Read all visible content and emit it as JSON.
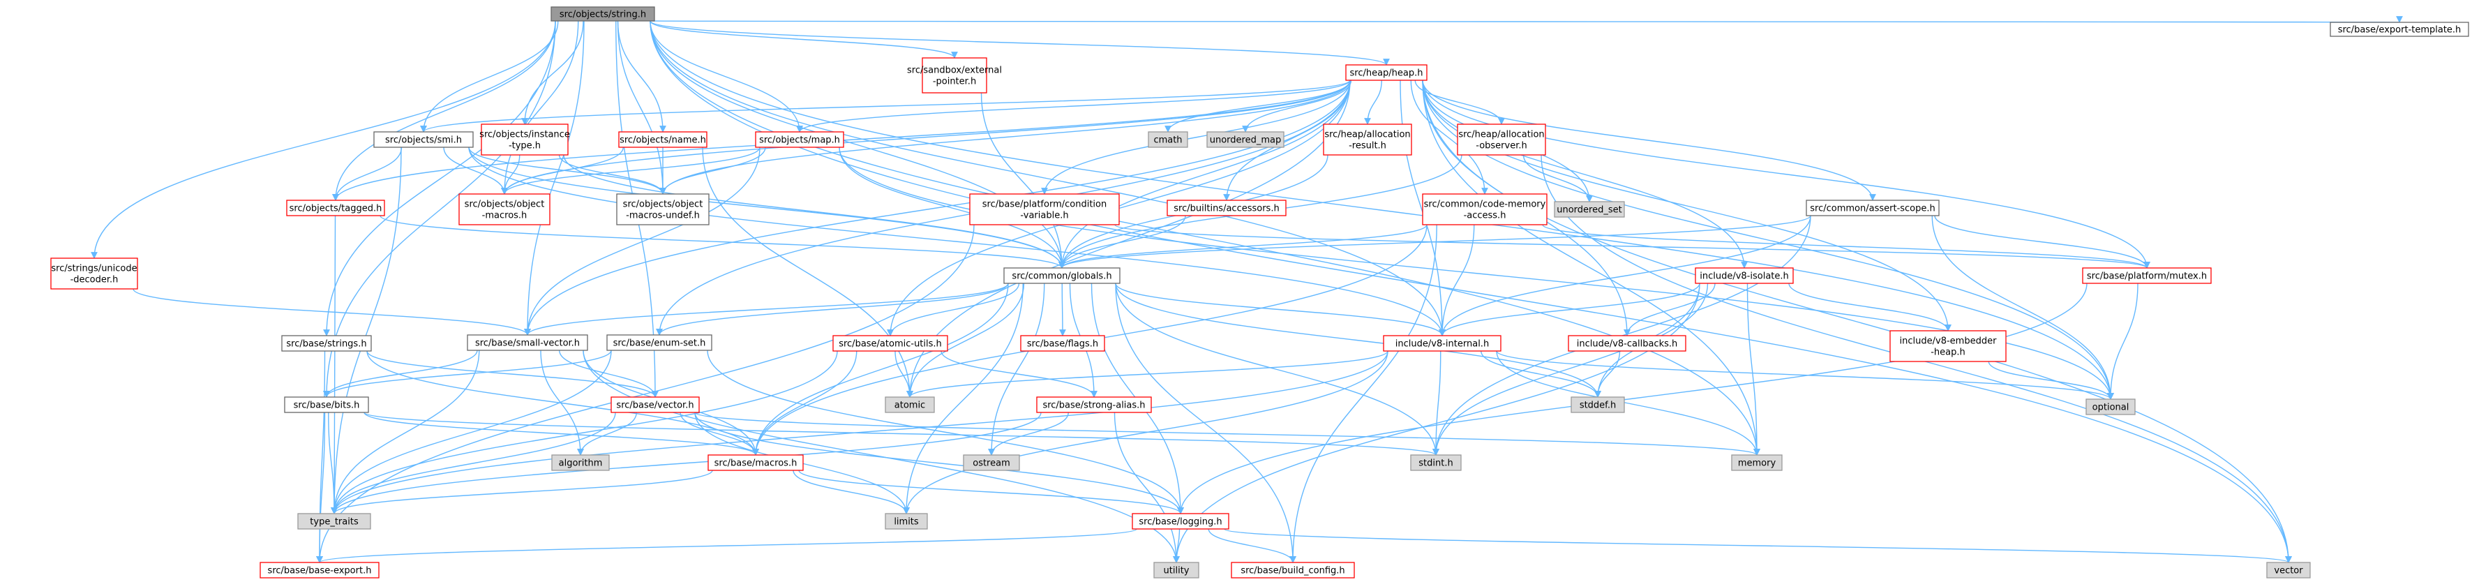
{
  "colors": {
    "edge": "#63b8ff",
    "black_border": "#666666",
    "red_border": "#ff0000",
    "gray_fill": "#d9d9d9",
    "root_fill": "#999999",
    "text": "#000000"
  },
  "nodes": [
    {
      "id": "root",
      "lines": [
        "src/objects/string.h"
      ],
      "style": "root"
    },
    {
      "id": "sandbox_ext",
      "lines": [
        "src/sandbox/external",
        "-pointer.h"
      ],
      "style": "red"
    },
    {
      "id": "heap_h",
      "lines": [
        "src/heap/heap.h"
      ],
      "style": "red"
    },
    {
      "id": "export_tmpl",
      "lines": [
        "src/base/export-template.h"
      ],
      "style": "black"
    },
    {
      "id": "smi_h",
      "lines": [
        "src/objects/smi.h"
      ],
      "style": "black"
    },
    {
      "id": "instance_type",
      "lines": [
        "src/objects/instance",
        "-type.h"
      ],
      "style": "red"
    },
    {
      "id": "name_h",
      "lines": [
        "src/objects/name.h"
      ],
      "style": "red"
    },
    {
      "id": "map_h",
      "lines": [
        "src/objects/map.h"
      ],
      "style": "red"
    },
    {
      "id": "cmath",
      "lines": [
        "cmath"
      ],
      "style": "gray"
    },
    {
      "id": "unordered_map",
      "lines": [
        "unordered_map"
      ],
      "style": "gray"
    },
    {
      "id": "alloc_result",
      "lines": [
        "src/heap/allocation",
        "-result.h"
      ],
      "style": "red"
    },
    {
      "id": "alloc_observer",
      "lines": [
        "src/heap/allocation",
        "-observer.h"
      ],
      "style": "red"
    },
    {
      "id": "unordered_set",
      "lines": [
        "unordered_set"
      ],
      "style": "gray"
    },
    {
      "id": "tagged_h",
      "lines": [
        "src/objects/tagged.h"
      ],
      "style": "red"
    },
    {
      "id": "object_macros",
      "lines": [
        "src/objects/object",
        "-macros.h"
      ],
      "style": "red"
    },
    {
      "id": "object_macros_undef",
      "lines": [
        "src/objects/object",
        "-macros-undef.h"
      ],
      "style": "black"
    },
    {
      "id": "cond_var",
      "lines": [
        "src/base/platform/condition",
        "-variable.h"
      ],
      "style": "red"
    },
    {
      "id": "builtins_acc",
      "lines": [
        "src/builtins/accessors.h"
      ],
      "style": "red"
    },
    {
      "id": "code_mem",
      "lines": [
        "src/common/code-memory",
        "-access.h"
      ],
      "style": "red"
    },
    {
      "id": "assert_scope",
      "lines": [
        "src/common/assert-scope.h"
      ],
      "style": "black"
    },
    {
      "id": "unicode_dec",
      "lines": [
        "src/strings/unicode",
        "-decoder.h"
      ],
      "style": "red"
    },
    {
      "id": "globals",
      "lines": [
        "src/common/globals.h"
      ],
      "style": "black"
    },
    {
      "id": "v8_isolate",
      "lines": [
        "include/v8-isolate.h"
      ],
      "style": "red"
    },
    {
      "id": "mutex",
      "lines": [
        "src/base/platform/mutex.h"
      ],
      "style": "red"
    },
    {
      "id": "base_strings",
      "lines": [
        "src/base/strings.h"
      ],
      "style": "black"
    },
    {
      "id": "small_vector",
      "lines": [
        "src/base/small-vector.h"
      ],
      "style": "black"
    },
    {
      "id": "enum_set",
      "lines": [
        "src/base/enum-set.h"
      ],
      "style": "black"
    },
    {
      "id": "atomic_utils",
      "lines": [
        "src/base/atomic-utils.h"
      ],
      "style": "red"
    },
    {
      "id": "flags",
      "lines": [
        "src/base/flags.h"
      ],
      "style": "red"
    },
    {
      "id": "v8_internal",
      "lines": [
        "include/v8-internal.h"
      ],
      "style": "red"
    },
    {
      "id": "v8_callbacks",
      "lines": [
        "include/v8-callbacks.h"
      ],
      "style": "red"
    },
    {
      "id": "embedder_heap",
      "lines": [
        "include/v8-embedder",
        "-heap.h"
      ],
      "style": "red"
    },
    {
      "id": "bits_h",
      "lines": [
        "src/base/bits.h"
      ],
      "style": "black"
    },
    {
      "id": "vector_h",
      "lines": [
        "src/base/vector.h"
      ],
      "style": "red"
    },
    {
      "id": "atomic",
      "lines": [
        "atomic"
      ],
      "style": "gray"
    },
    {
      "id": "strong_alias",
      "lines": [
        "src/base/strong-alias.h"
      ],
      "style": "red"
    },
    {
      "id": "stddef",
      "lines": [
        "stddef.h"
      ],
      "style": "gray"
    },
    {
      "id": "optional",
      "lines": [
        "optional"
      ],
      "style": "gray"
    },
    {
      "id": "algorithm",
      "lines": [
        "algorithm"
      ],
      "style": "gray"
    },
    {
      "id": "ostream",
      "lines": [
        "ostream"
      ],
      "style": "gray"
    },
    {
      "id": "memory",
      "lines": [
        "memory"
      ],
      "style": "gray"
    },
    {
      "id": "stdint",
      "lines": [
        "stdint.h"
      ],
      "style": "gray"
    },
    {
      "id": "macros_h",
      "lines": [
        "src/base/macros.h"
      ],
      "style": "red"
    },
    {
      "id": "type_traits",
      "lines": [
        "type_traits"
      ],
      "style": "gray"
    },
    {
      "id": "limits",
      "lines": [
        "limits"
      ],
      "style": "gray"
    },
    {
      "id": "logging_h",
      "lines": [
        "src/base/logging.h"
      ],
      "style": "red"
    },
    {
      "id": "base_export",
      "lines": [
        "src/base/base-export.h"
      ],
      "style": "red"
    },
    {
      "id": "utility",
      "lines": [
        "utility"
      ],
      "style": "gray"
    },
    {
      "id": "build_config",
      "lines": [
        "src/base/build_config.h"
      ],
      "style": "red"
    },
    {
      "id": "vector",
      "lines": [
        "vector"
      ],
      "style": "gray"
    }
  ],
  "edges": [
    [
      "root",
      "sandbox_ext"
    ],
    [
      "root",
      "heap_h"
    ],
    [
      "root",
      "export_tmpl"
    ],
    [
      "root",
      "smi_h"
    ],
    [
      "root",
      "instance_type"
    ],
    [
      "root",
      "name_h"
    ],
    [
      "root",
      "map_h"
    ],
    [
      "root",
      "tagged_h"
    ],
    [
      "root",
      "unicode_dec"
    ],
    [
      "root",
      "base_strings"
    ],
    [
      "root",
      "small_vector"
    ],
    [
      "root",
      "vector_h"
    ],
    [
      "root",
      "bits_h"
    ],
    [
      "root",
      "globals"
    ],
    [
      "root",
      "object_macros"
    ],
    [
      "root",
      "object_macros_undef"
    ],
    [
      "root",
      "optional"
    ],
    [
      "root",
      "memory"
    ],
    [
      "root",
      "vector"
    ],
    [
      "root",
      "v8_internal"
    ],
    [
      "sandbox_ext",
      "globals"
    ],
    [
      "heap_h",
      "cmath"
    ],
    [
      "heap_h",
      "unordered_map"
    ],
    [
      "heap_h",
      "unordered_set"
    ],
    [
      "heap_h",
      "alloc_result"
    ],
    [
      "heap_h",
      "alloc_observer"
    ],
    [
      "heap_h",
      "cond_var"
    ],
    [
      "heap_h",
      "builtins_acc"
    ],
    [
      "heap_h",
      "code_mem"
    ],
    [
      "heap_h",
      "assert_scope"
    ],
    [
      "heap_h",
      "globals"
    ],
    [
      "heap_h",
      "mutex"
    ],
    [
      "heap_h",
      "v8_isolate"
    ],
    [
      "heap_h",
      "v8_callbacks"
    ],
    [
      "heap_h",
      "v8_internal"
    ],
    [
      "heap_h",
      "embedder_heap"
    ],
    [
      "heap_h",
      "atomic_utils"
    ],
    [
      "heap_h",
      "enum_set"
    ],
    [
      "heap_h",
      "small_vector"
    ],
    [
      "heap_h",
      "smi_h"
    ],
    [
      "heap_h",
      "tagged_h"
    ],
    [
      "heap_h",
      "object_macros"
    ],
    [
      "heap_h",
      "object_macros_undef"
    ],
    [
      "heap_h",
      "atomic"
    ],
    [
      "heap_h",
      "optional"
    ],
    [
      "heap_h",
      "memory"
    ],
    [
      "heap_h",
      "vector"
    ],
    [
      "heap_h",
      "map_h"
    ],
    [
      "smi_h",
      "tagged_h"
    ],
    [
      "smi_h",
      "object_macros"
    ],
    [
      "smi_h",
      "object_macros_undef"
    ],
    [
      "smi_h",
      "globals"
    ],
    [
      "smi_h",
      "type_traits"
    ],
    [
      "smi_h",
      "v8_internal"
    ],
    [
      "instance_type",
      "object_macros"
    ],
    [
      "instance_type",
      "object_macros_undef"
    ],
    [
      "instance_type",
      "globals"
    ],
    [
      "name_h",
      "object_macros"
    ],
    [
      "name_h",
      "object_macros_undef"
    ],
    [
      "name_h",
      "atomic"
    ],
    [
      "map_h",
      "object_macros"
    ],
    [
      "map_h",
      "object_macros_undef"
    ],
    [
      "map_h",
      "globals"
    ],
    [
      "map_h",
      "small_vector"
    ],
    [
      "map_h",
      "optional"
    ],
    [
      "alloc_result",
      "globals"
    ],
    [
      "alloc_observer",
      "globals"
    ],
    [
      "alloc_observer",
      "unordered_set"
    ],
    [
      "alloc_observer",
      "vector"
    ],
    [
      "tagged_h",
      "globals"
    ],
    [
      "tagged_h",
      "type_traits"
    ],
    [
      "cond_var",
      "mutex"
    ],
    [
      "cond_var",
      "base_export"
    ],
    [
      "builtins_acc",
      "globals"
    ],
    [
      "code_mem",
      "globals"
    ],
    [
      "code_mem",
      "mutex"
    ],
    [
      "code_mem",
      "v8_internal"
    ],
    [
      "code_mem",
      "build_config"
    ],
    [
      "code_mem",
      "macros_h"
    ],
    [
      "assert_scope",
      "globals"
    ],
    [
      "assert_scope",
      "mutex"
    ],
    [
      "assert_scope",
      "optional"
    ],
    [
      "assert_scope",
      "stdint"
    ],
    [
      "assert_scope",
      "v8_internal"
    ],
    [
      "unicode_dec",
      "small_vector"
    ],
    [
      "globals",
      "v8_internal"
    ],
    [
      "globals",
      "flags"
    ],
    [
      "globals",
      "atomic_utils"
    ],
    [
      "globals",
      "enum_set"
    ],
    [
      "globals",
      "strong_alias"
    ],
    [
      "globals",
      "macros_h"
    ],
    [
      "globals",
      "logging_h"
    ],
    [
      "globals",
      "build_config"
    ],
    [
      "globals",
      "stddef"
    ],
    [
      "globals",
      "stdint"
    ],
    [
      "globals",
      "limits"
    ],
    [
      "globals",
      "ostream"
    ],
    [
      "globals",
      "atomic"
    ],
    [
      "globals",
      "small_vector"
    ],
    [
      "v8_isolate",
      "v8_callbacks"
    ],
    [
      "v8_isolate",
      "v8_internal"
    ],
    [
      "v8_isolate",
      "embedder_heap"
    ],
    [
      "v8_isolate",
      "stddef"
    ],
    [
      "v8_isolate",
      "stdint"
    ],
    [
      "v8_isolate",
      "memory"
    ],
    [
      "v8_isolate",
      "utility"
    ],
    [
      "mutex",
      "optional"
    ],
    [
      "mutex",
      "logging_h"
    ],
    [
      "base_strings",
      "vector_h"
    ],
    [
      "base_strings",
      "macros_h"
    ],
    [
      "base_strings",
      "base_export"
    ],
    [
      "small_vector",
      "bits_h"
    ],
    [
      "small_vector",
      "vector_h"
    ],
    [
      "small_vector",
      "macros_h"
    ],
    [
      "small_vector",
      "algorithm"
    ],
    [
      "small_vector",
      "type_traits"
    ],
    [
      "small_vector",
      "utility"
    ],
    [
      "enum_set",
      "bits_h"
    ],
    [
      "enum_set",
      "logging_h"
    ],
    [
      "enum_set",
      "type_traits"
    ],
    [
      "atomic_utils",
      "atomic"
    ],
    [
      "atomic_utils",
      "macros_h"
    ],
    [
      "atomic_utils",
      "type_traits"
    ],
    [
      "atomic_utils",
      "strong_alias"
    ],
    [
      "v8_internal",
      "stddef"
    ],
    [
      "v8_internal",
      "stdint"
    ],
    [
      "v8_internal",
      "memory"
    ],
    [
      "v8_internal",
      "atomic"
    ],
    [
      "v8_internal",
      "optional"
    ],
    [
      "v8_internal",
      "type_traits"
    ],
    [
      "v8_internal",
      "limits"
    ],
    [
      "v8_callbacks",
      "stddef"
    ],
    [
      "embedder_heap",
      "optional"
    ],
    [
      "bits_h",
      "macros_h"
    ],
    [
      "bits_h",
      "type_traits"
    ],
    [
      "bits_h",
      "stdint"
    ],
    [
      "bits_h",
      "base_export"
    ],
    [
      "vector_h",
      "algorithm"
    ],
    [
      "vector_h",
      "macros_h"
    ],
    [
      "vector_h",
      "type_traits"
    ],
    [
      "vector_h",
      "limits"
    ],
    [
      "vector_h",
      "memory"
    ],
    [
      "vector_h",
      "logging_h"
    ],
    [
      "strong_alias",
      "ostream"
    ],
    [
      "strong_alias",
      "type_traits"
    ],
    [
      "strong_alias",
      "utility"
    ],
    [
      "macros_h",
      "limits"
    ],
    [
      "macros_h",
      "type_traits"
    ],
    [
      "macros_h",
      "logging_h"
    ],
    [
      "logging_h",
      "base_export"
    ],
    [
      "logging_h",
      "build_config"
    ],
    [
      "logging_h",
      "utility"
    ],
    [
      "logging_h",
      "vector"
    ]
  ]
}
